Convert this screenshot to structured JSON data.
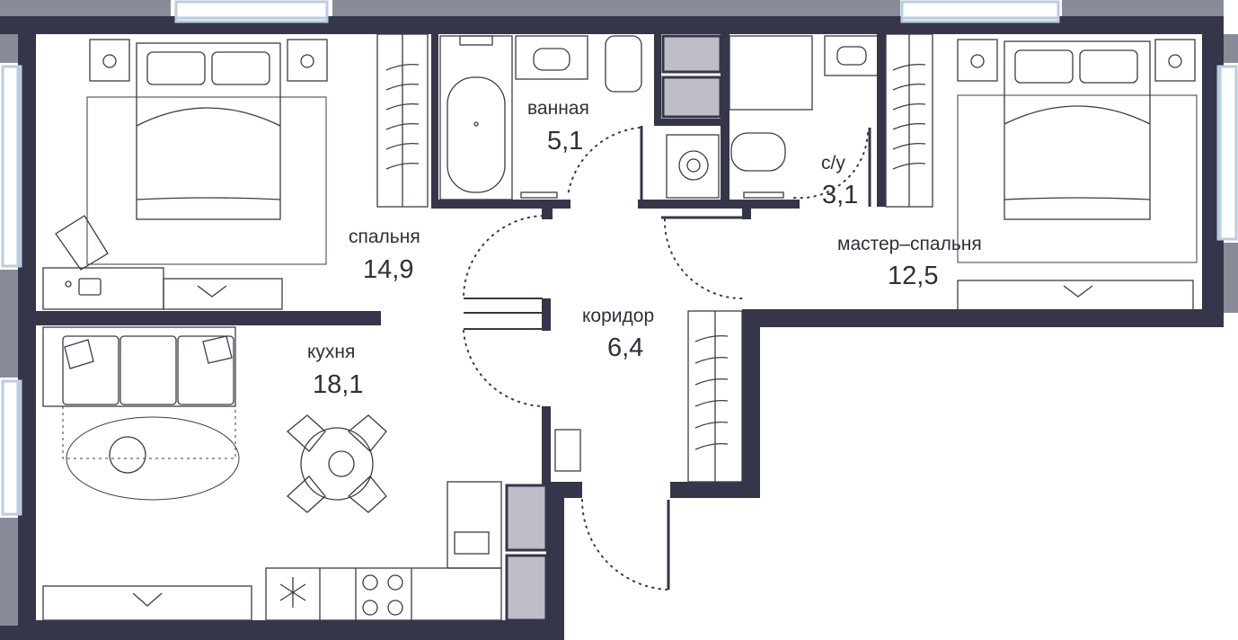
{
  "rooms": {
    "bedroom": {
      "name": "спальня",
      "area": "14,9"
    },
    "bathroom": {
      "name": "ванная",
      "area": "5,1"
    },
    "wc": {
      "name": "с/у",
      "area": "3,1"
    },
    "master_bedroom": {
      "name": "мастер–спальня",
      "area": "12,5"
    },
    "corridor": {
      "name": "коридор",
      "area": "6,4"
    },
    "kitchen": {
      "name": "кухня",
      "area": "18,1"
    }
  },
  "colors": {
    "wall": "#35364a",
    "window": "#b8cde0",
    "furniture_stroke": "#3a3b48",
    "utility_block": "#bdbec8"
  }
}
